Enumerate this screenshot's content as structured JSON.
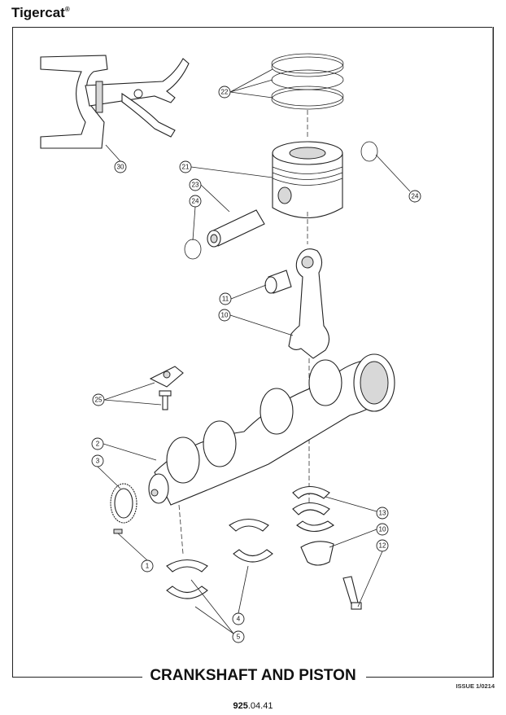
{
  "header": {
    "brand": "Tigercat",
    "registered": "®"
  },
  "diagram": {
    "callouts": [
      "22",
      "30",
      "21",
      "23",
      "24",
      "24",
      "11",
      "10",
      "25",
      "2",
      "3",
      "1",
      "13",
      "10",
      "12",
      "4",
      "5"
    ]
  },
  "footer": {
    "title": "CRANKSHAFT AND PISTON",
    "issue": "ISSUE 1/0214",
    "page_bold": "925",
    "page_rest": ".04.41"
  }
}
